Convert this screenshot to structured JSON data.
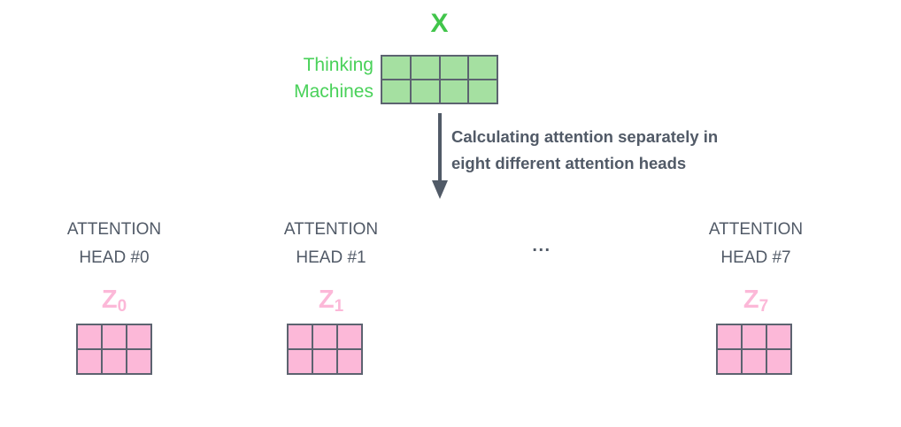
{
  "input": {
    "title": "X",
    "title_color": "#41c54b",
    "words": [
      "Thinking",
      "Machines"
    ],
    "word_color": "#49d159",
    "matrix": {
      "rows": 2,
      "cols": 4,
      "cell_color": "#a5e0a1",
      "border_color": "#5c6370"
    }
  },
  "flow": {
    "annotation_lines": [
      "Calculating attention separately in",
      "eight different attention heads"
    ],
    "annotation_color": "#515a67",
    "arrow_color": "#515a67"
  },
  "ellipsis": "...",
  "heads": [
    {
      "title_lines": [
        "ATTENTION",
        "HEAD #0"
      ],
      "z_symbol": "Z",
      "z_subscript": "0",
      "matrix": {
        "rows": 2,
        "cols": 3,
        "cell_color": "#fcb8d8",
        "border_color": "#5c6370"
      }
    },
    {
      "title_lines": [
        "ATTENTION",
        "HEAD #1"
      ],
      "z_symbol": "Z",
      "z_subscript": "1",
      "matrix": {
        "rows": 2,
        "cols": 3,
        "cell_color": "#fcb8d8",
        "border_color": "#5c6370"
      }
    },
    {
      "title_lines": [
        "ATTENTION",
        "HEAD #7"
      ],
      "z_symbol": "Z",
      "z_subscript": "7",
      "matrix": {
        "rows": 2,
        "cols": 3,
        "cell_color": "#fcb8d8",
        "border_color": "#5c6370"
      }
    }
  ]
}
